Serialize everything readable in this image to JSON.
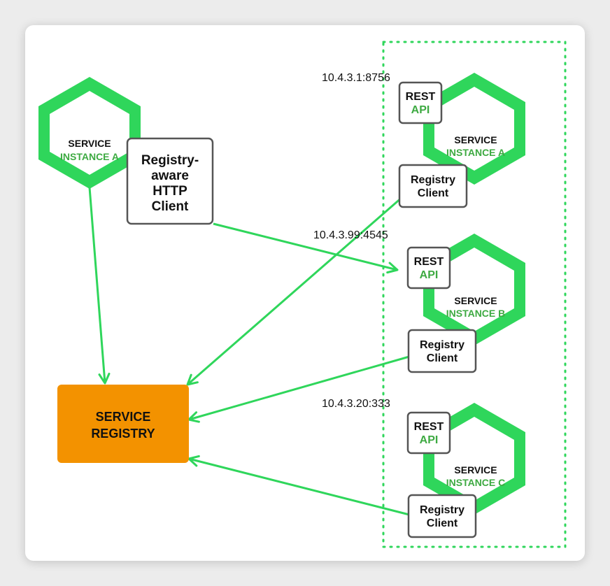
{
  "colors": {
    "green": "#2fd65b",
    "green_text": "#3eaa42",
    "orange": "#f39200",
    "box_border": "#555555",
    "text": "#111111"
  },
  "left_service": {
    "line1": "SERVICE",
    "line2": "INSTANCE A"
  },
  "http_client": {
    "lines": [
      "Registry-",
      "aware",
      "HTTP",
      "Client"
    ]
  },
  "registry": {
    "line1": "SERVICE",
    "line2": "REGISTRY"
  },
  "instances": [
    {
      "address": "10.4.3.1:8756",
      "rest_line1": "REST",
      "rest_line2": "API",
      "service_line1": "SERVICE",
      "service_line2": "INSTANCE A",
      "client_line1": "Registry",
      "client_line2": "Client"
    },
    {
      "address": "10.4.3.99:4545",
      "rest_line1": "REST",
      "rest_line2": "API",
      "service_line1": "SERVICE",
      "service_line2": "INSTANCE B",
      "client_line1": "Registry",
      "client_line2": "Client"
    },
    {
      "address": "10.4.3.20:333",
      "rest_line1": "REST",
      "rest_line2": "API",
      "service_line1": "SERVICE",
      "service_line2": "INSTANCE C",
      "client_line1": "Registry",
      "client_line2": "Client"
    }
  ]
}
